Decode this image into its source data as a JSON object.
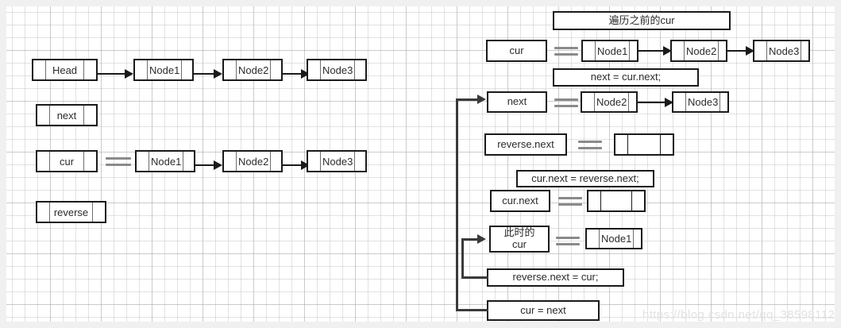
{
  "diagram": {
    "title": "Linked list reversal step diagram",
    "watermark": "https://blog.csdn.net/qq_38598112"
  },
  "left_panel": {
    "row_head": {
      "label": "Head",
      "chain": [
        "Node1",
        "Node2",
        "Node3"
      ]
    },
    "row_next": {
      "label": "next"
    },
    "row_cur": {
      "label": "cur",
      "equals": "=",
      "chain": [
        "Node1",
        "Node2",
        "Node3"
      ]
    },
    "row_reverse": {
      "label": "reverse"
    }
  },
  "right_panel": {
    "caption_cur": "遍历之前的cur",
    "row_cur": {
      "label": "cur",
      "equals": "=",
      "chain": [
        "Node1",
        "Node2",
        "Node3"
      ]
    },
    "caption_next": "next = cur.next;",
    "row_next": {
      "label": "next",
      "equals": "=",
      "chain": [
        "Node2",
        "Node3"
      ]
    },
    "row_reverse_next": {
      "label": "reverse.next",
      "equals": "=",
      "node": ""
    },
    "caption_curnext": "cur.next = reverse.next;",
    "row_cur_next": {
      "label": "cur.next",
      "equals": "=",
      "node": ""
    },
    "row_cur_now": {
      "label": "此时的\ncur",
      "equals": "=",
      "node": "Node1"
    },
    "stmt_reverse_next": "reverse.next = cur;",
    "stmt_cur_next": "cur = next"
  }
}
